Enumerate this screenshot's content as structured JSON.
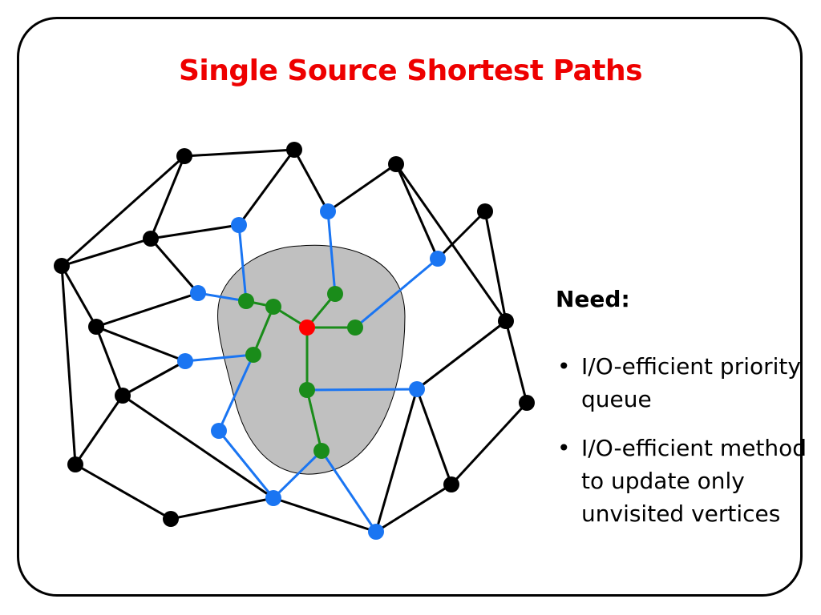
{
  "slide": {
    "title": "Single Source Shortest Paths",
    "need_heading": "Need:",
    "bullets": [
      {
        "marker": "•",
        "text": "I/O-efficient priority queue"
      },
      {
        "marker": "•",
        "text": "I/O-efficient method to update only unvisited vertices"
      }
    ]
  },
  "diagram": {
    "colors": {
      "black_node": "#000000",
      "blue_node": "#1a75f2",
      "green_node": "#1a8c1a",
      "source_node": "#ff0000",
      "black_edge": "#000000",
      "blue_edge": "#1a75f2",
      "green_edge": "#1a8c1a",
      "visited_region": "#c0c0c0"
    }
  }
}
